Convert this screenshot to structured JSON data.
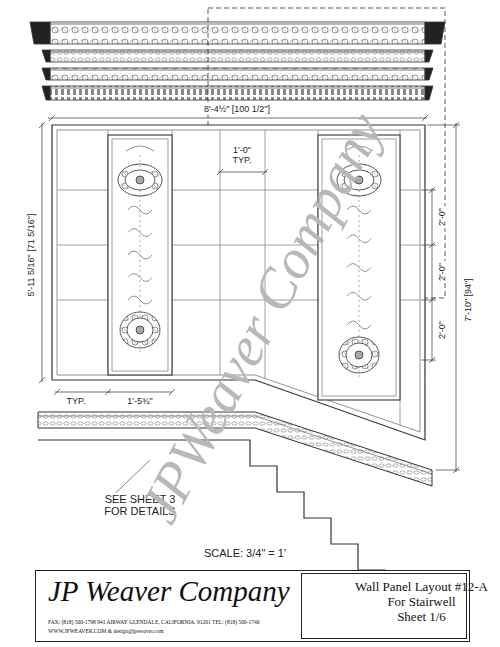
{
  "diagram": {
    "nodes": [
      {
        "text": [
          "JP Weaver Company",
          "FAX: (818) 500-1798   941 AIRWAY  GLENDALE, CALIFORNIA, 91201   TEL: (818) 500-1740",
          "WWW.JPWEAVER.COM & design@jpweaver.com"
        ]
      },
      {
        "text": [
          "Wall Panel Layout #12-A",
          "For Stairwell",
          "Sheet 1/6"
        ],
        "in": 0
      }
    ],
    "labels": [
      "8'-4½\" [100 1/2\"]",
      "1'-0\" TYP.",
      "2'-0\"",
      "2'-0\"",
      "2'-0\"",
      "5'-11 5/16\" [71 5/16\"]",
      "7'-10\" [94\"]",
      "TYP.",
      "1'-5¾\"",
      "SEE SHEET 3 FOR DETAILS",
      "SCALE: 3/4\" = 1'",
      "JPWeaver Company"
    ]
  }
}
